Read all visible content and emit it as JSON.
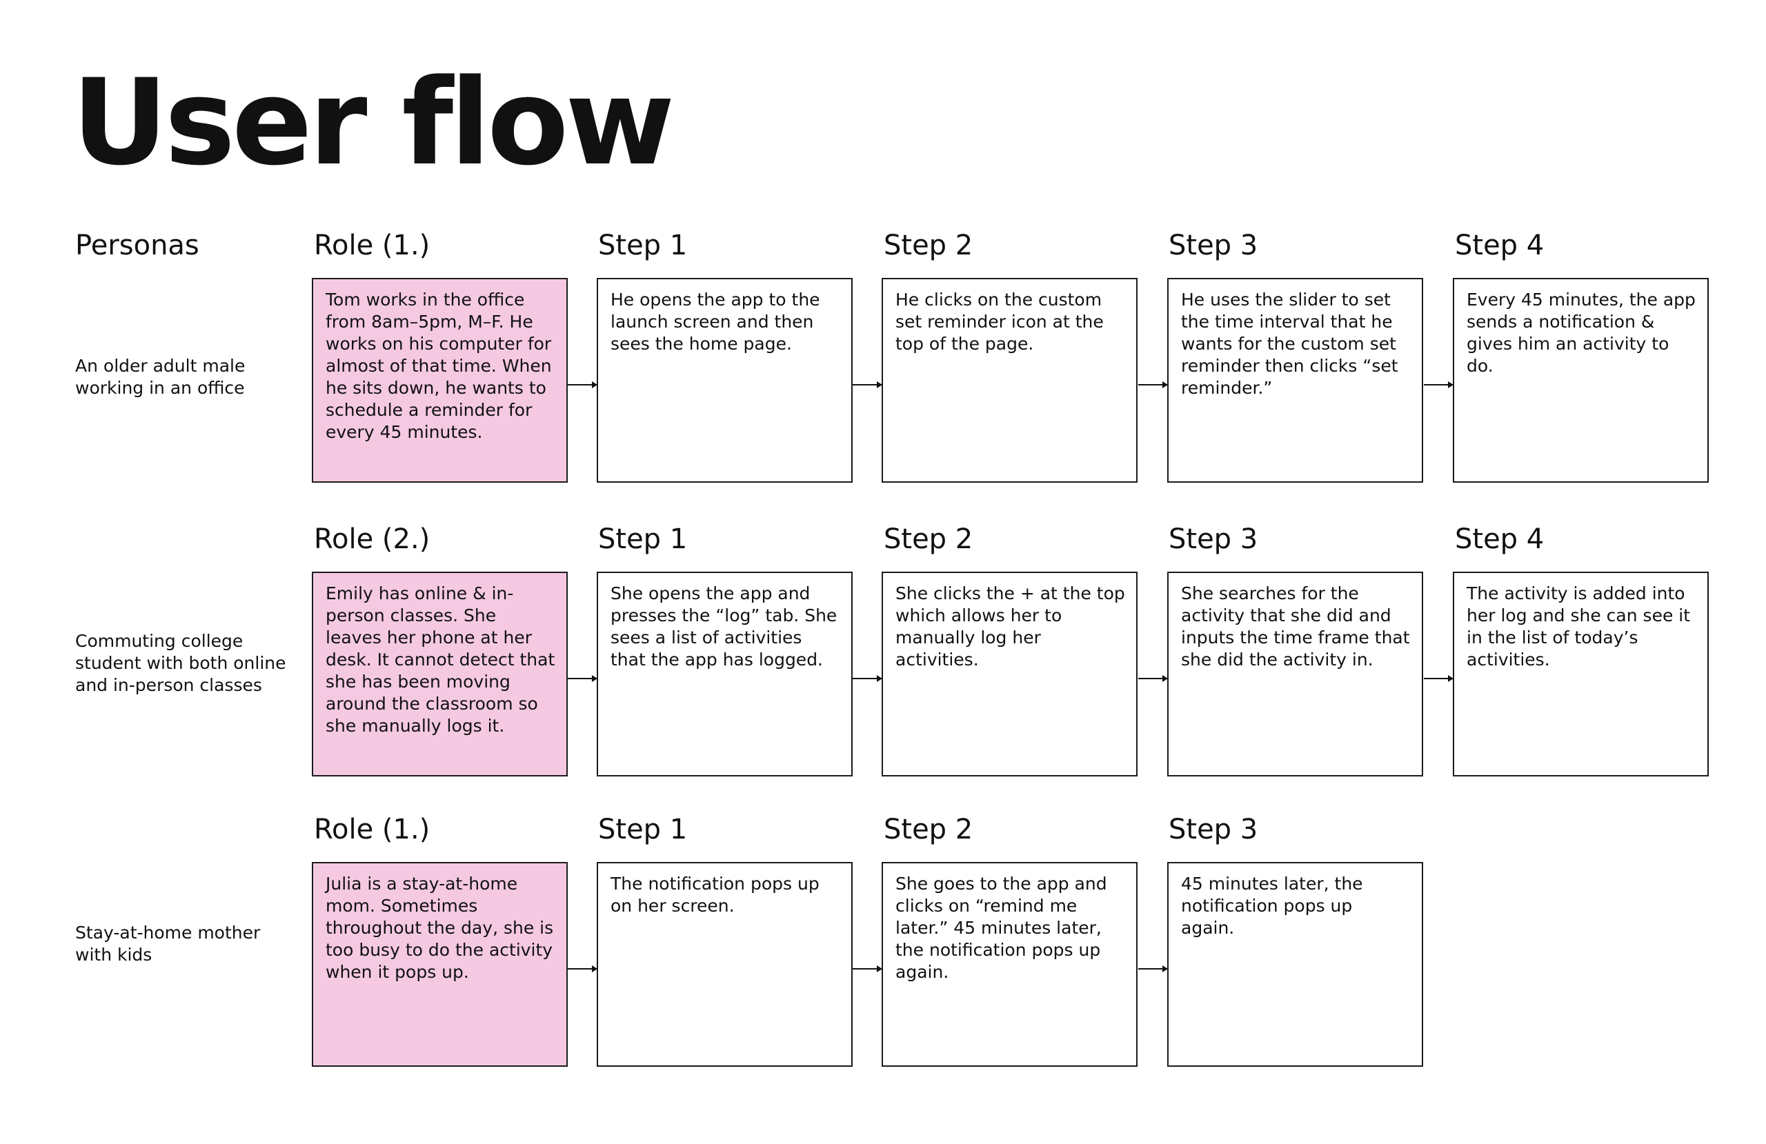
{
  "title": "User flow",
  "personas_header": "Personas",
  "rows": [
    {
      "persona": "An older adult male working in an office",
      "role_label": "Role (1.)",
      "role_text": "Tom works in the office from 8am–5pm, M–F. He works on his computer for almost of that time. When he sits down, he wants to schedule a reminder for every 45 minutes.",
      "steps": [
        {
          "label": "Step 1",
          "text": "He opens the app to the launch screen and then sees the home page."
        },
        {
          "label": "Step 2",
          "text": "He clicks on the custom set reminder icon at the top of the page."
        },
        {
          "label": "Step 3",
          "text": "He uses the slider to set the time interval that he wants for the custom set reminder then clicks “set reminder.”"
        },
        {
          "label": "Step 4",
          "text": "Every 45 minutes, the app sends a notification & gives him an activity to do."
        }
      ]
    },
    {
      "persona": "Commuting college student with both online and in-person classes",
      "role_label": "Role (2.)",
      "role_text": "Emily has online & in-person classes. She leaves her phone at her desk. It cannot detect that she has been moving around the classroom so she manually logs it.",
      "steps": [
        {
          "label": "Step 1",
          "text": "She opens the app and presses the “log” tab. She sees a list of activities that the app has logged."
        },
        {
          "label": "Step 2",
          "text": "She clicks the + at the top which allows her to manually log her activities."
        },
        {
          "label": "Step 3",
          "text": "She searches for the activity that she did and inputs the time frame that she did the activity in."
        },
        {
          "label": "Step 4",
          "text": "The activity is added into her log and she can see it in the list of today’s activities."
        }
      ]
    },
    {
      "persona": "Stay-at-home mother with kids",
      "role_label": "Role (1.)",
      "role_text": "Julia is a stay-at-home mom. Sometimes throughout the day, she is too busy to do the activity when it pops up.",
      "steps": [
        {
          "label": "Step 1",
          "text": "The notification pops up on her screen."
        },
        {
          "label": "Step 2",
          "text": "She goes to the app and clicks on “remind me later.” 45 minutes later, the notification pops up again."
        },
        {
          "label": "Step 3",
          "text": "45 minutes later, the notification pops up again."
        }
      ]
    }
  ]
}
